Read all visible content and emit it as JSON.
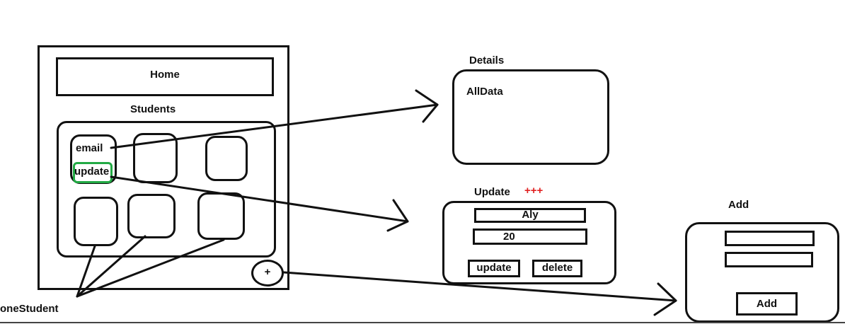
{
  "phone": {
    "header_title": "Home",
    "list_title": "Students",
    "card": {
      "email": "email",
      "update": "update"
    },
    "add_fab": "+"
  },
  "footnote": "oneStudent",
  "details": {
    "title": "Details",
    "content": "AllData"
  },
  "update_screen": {
    "title": "Update",
    "marker": "+++",
    "name_value": "Aly",
    "age_value": "20",
    "update_button": "update",
    "delete_button": "delete"
  },
  "add_screen": {
    "title": "Add",
    "add_button": "Add"
  },
  "colors": {
    "stroke": "#111111",
    "highlight": "#22aa44",
    "marker": "#e02020"
  }
}
